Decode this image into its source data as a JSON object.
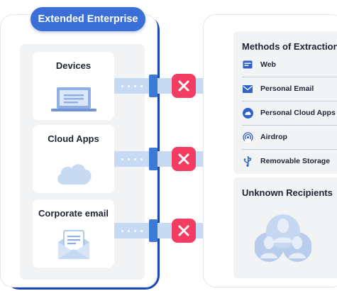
{
  "enterprise": {
    "title": "Extended Enterprise",
    "sources": [
      {
        "label": "Devices",
        "icon": "laptop-icon"
      },
      {
        "label": "Cloud Apps",
        "icon": "cloud-icon"
      },
      {
        "label": "Corporate email",
        "icon": "envelope-icon"
      }
    ]
  },
  "methods": {
    "title": "Methods of Extraction",
    "items": [
      {
        "label": "Web",
        "icon": "browser-icon"
      },
      {
        "label": "Personal Email",
        "icon": "mail-icon"
      },
      {
        "label": "Personal Cloud Apps",
        "icon": "cloud-circle-icon"
      },
      {
        "label": "Airdrop",
        "icon": "airdrop-icon"
      },
      {
        "label": "Removable Storage",
        "icon": "usb-icon"
      }
    ]
  },
  "recipients": {
    "title": "Unknown Recipients",
    "icon": "group-users-icon"
  },
  "colors": {
    "accent": "#3a6fd8",
    "border_accent": "#1e46b4",
    "blocked": "#f23c62",
    "pipe": "#c6dbf3",
    "panel": "#f2f3f5"
  }
}
